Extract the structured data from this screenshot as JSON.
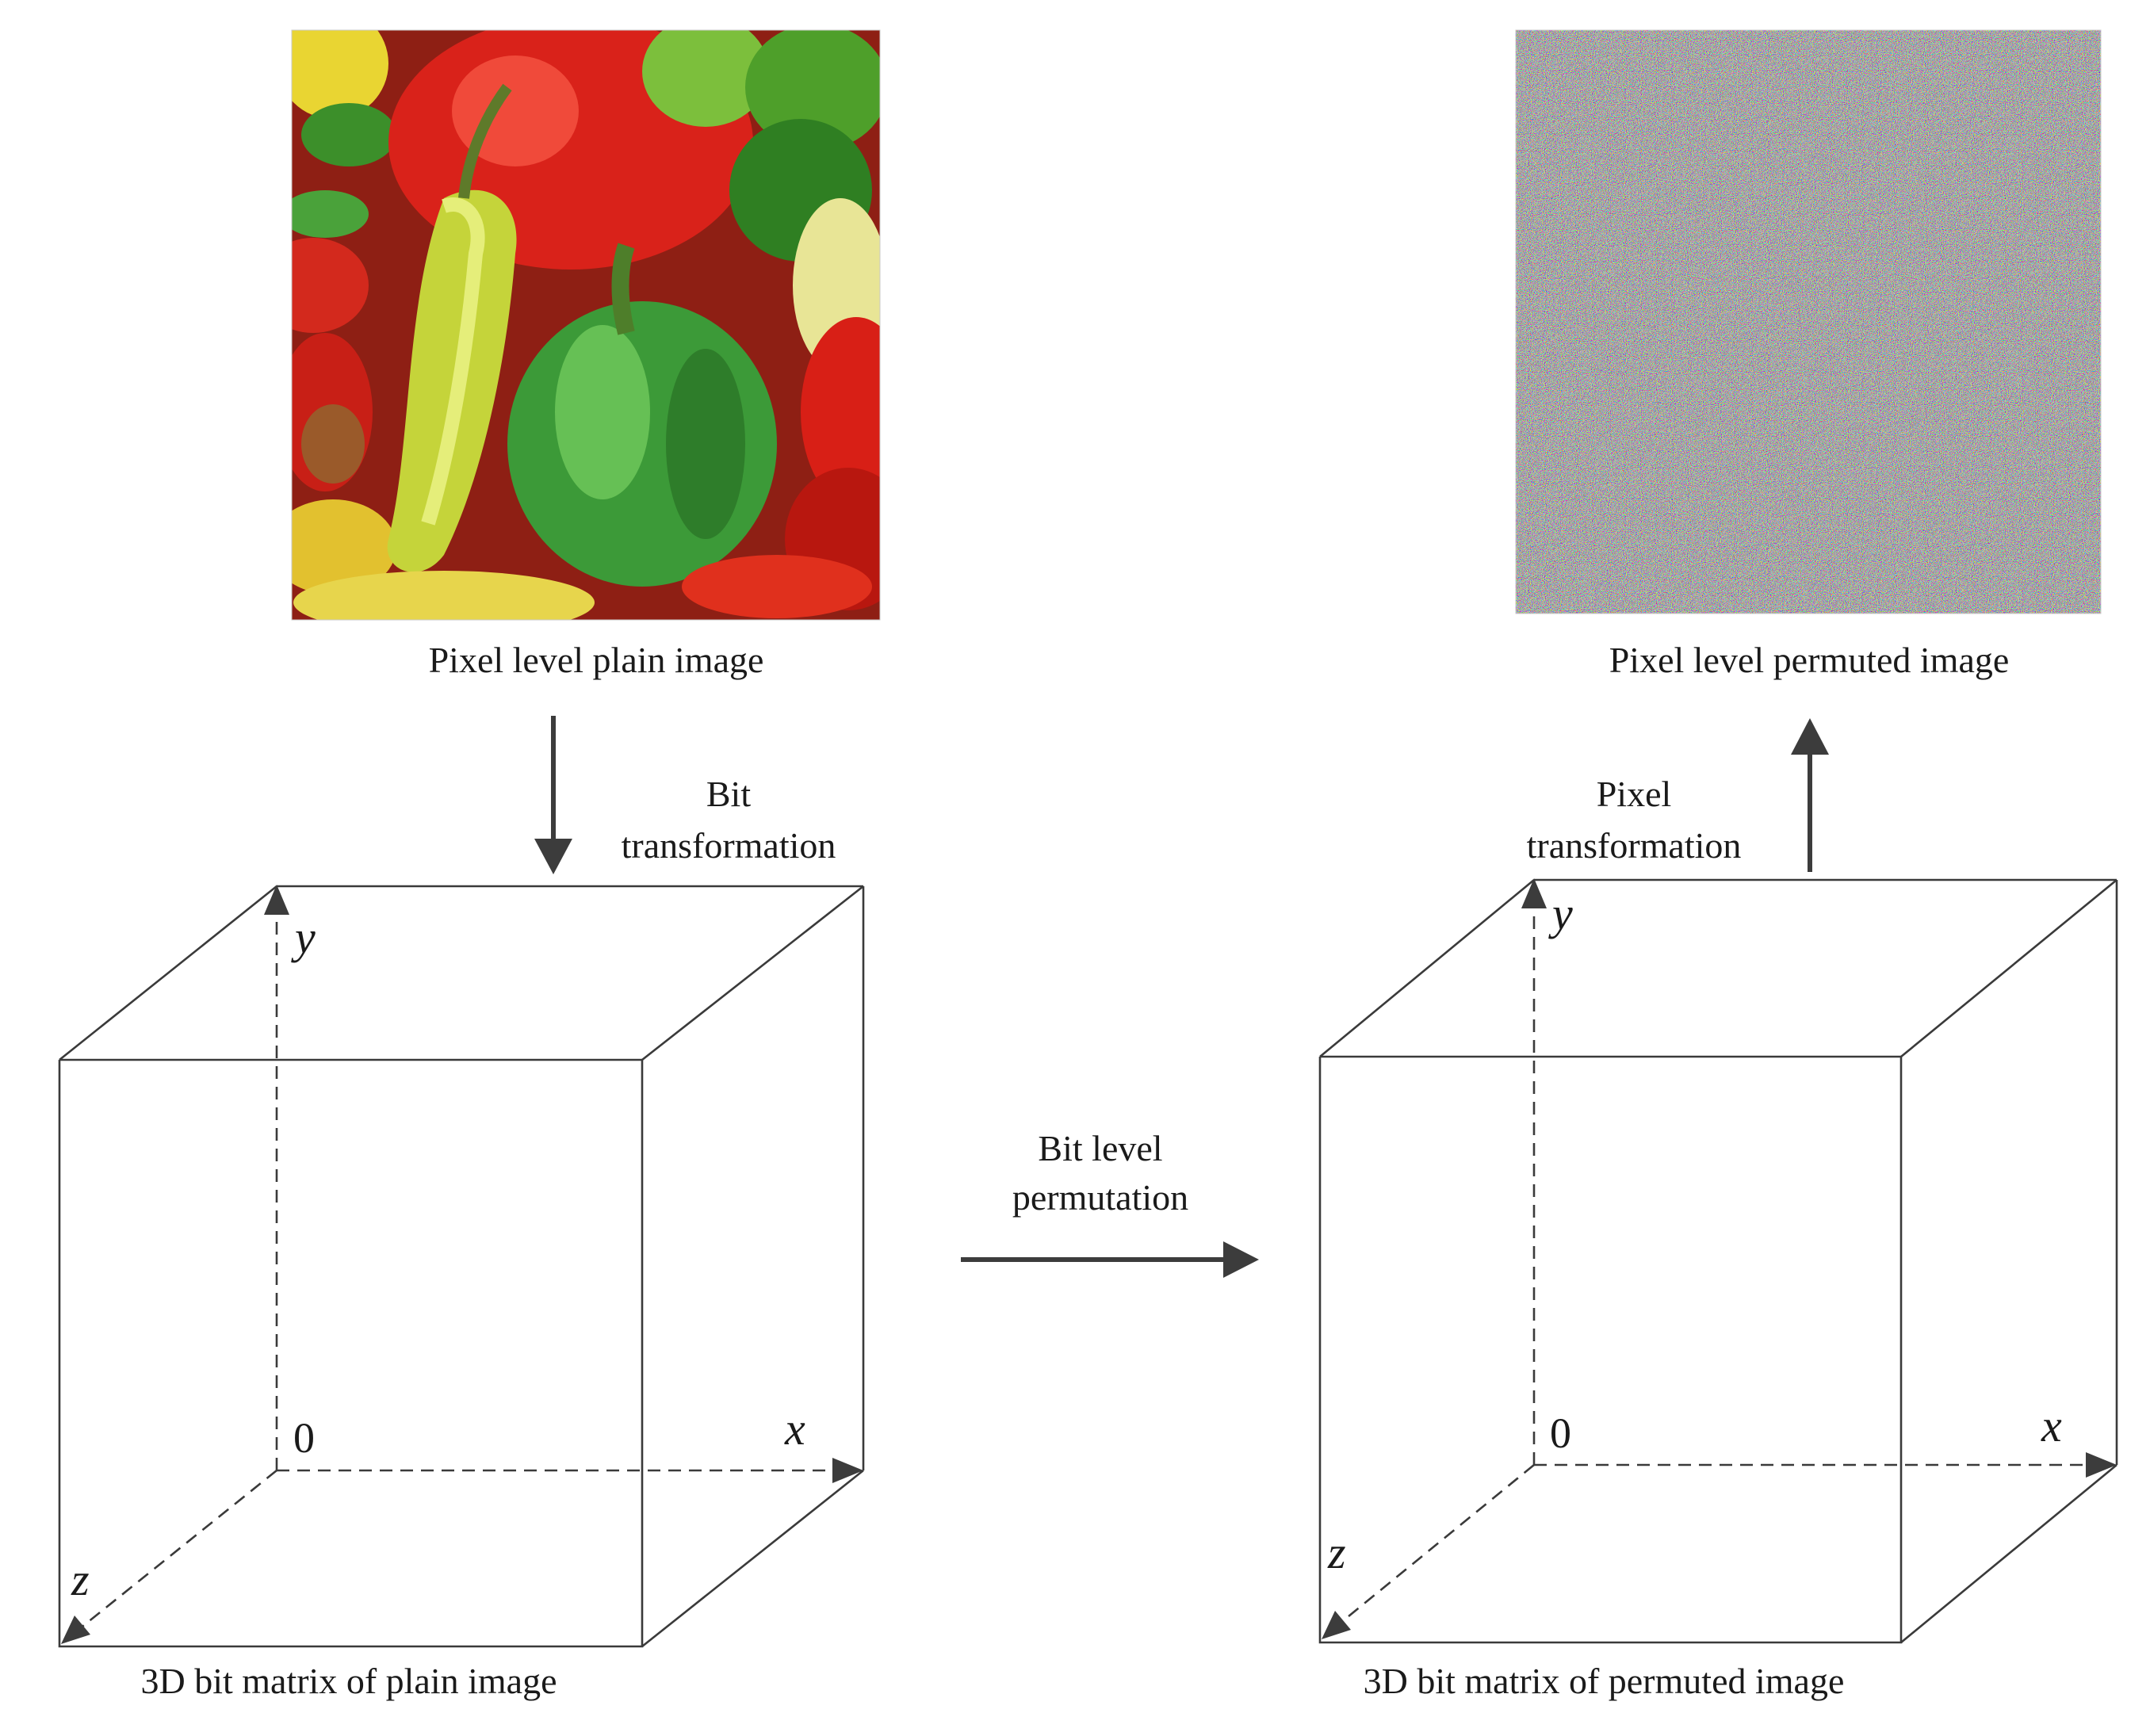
{
  "labels": {
    "plain_image": "Pixel level plain image",
    "permuted_image": "Pixel level permuted image",
    "bit_transformation": [
      "Bit",
      "transformation"
    ],
    "pixel_transformation": [
      "Pixel",
      "transformation"
    ],
    "bit_level_permutation": [
      "Bit level",
      "permutation"
    ],
    "plain_matrix": "3D bit matrix of plain image",
    "permuted_matrix": "3D bit matrix of permuted image"
  },
  "axes": {
    "x": "x",
    "y": "y",
    "z": "z",
    "origin": "0"
  },
  "colors": {
    "stroke": "#3a3a3a",
    "pepper_red": "#d8201a",
    "pepper_green": "#3f9e35",
    "pepper_yellow": "#c9d52a",
    "noise_base": "#7f7c6f"
  }
}
